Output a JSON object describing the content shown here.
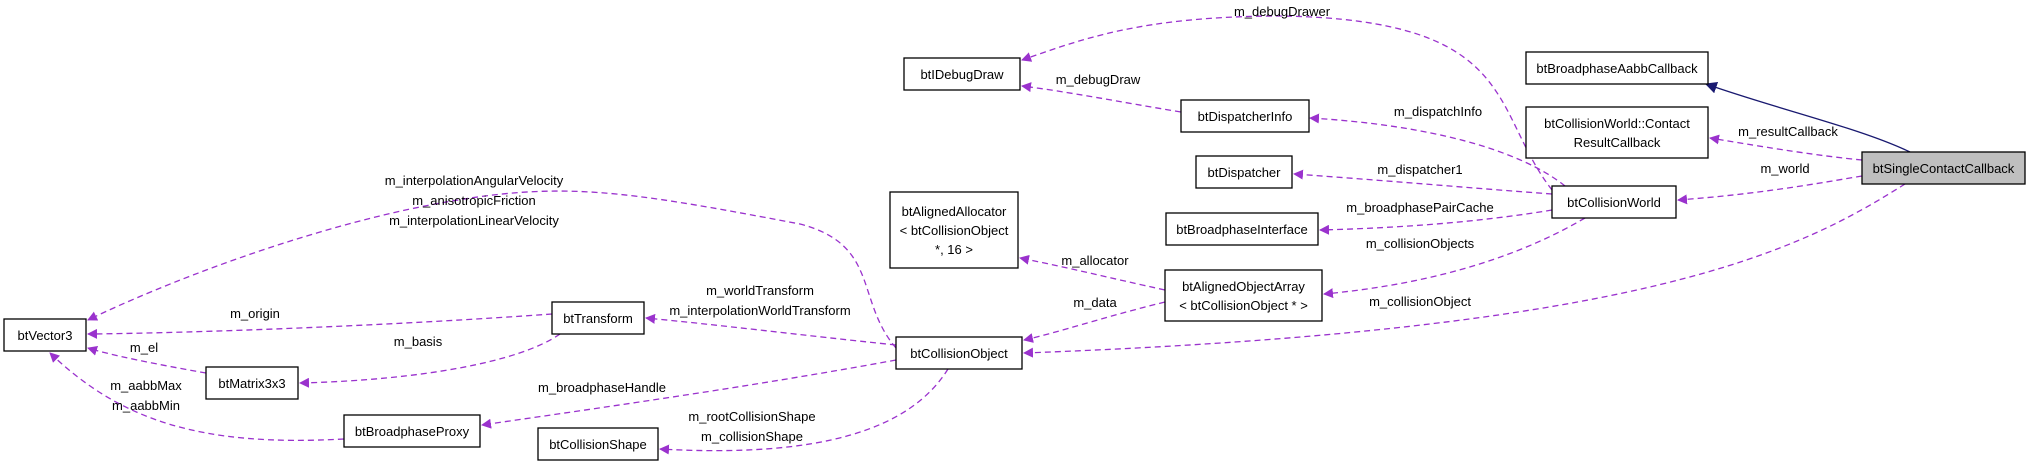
{
  "colors": {
    "usage_edge": "#9a32cd",
    "inheritance_edge": "#191970",
    "node_border": "#000000",
    "node_fill": "#ffffff",
    "focus_node_fill": "#bfbfbf"
  },
  "nodes": {
    "btSingleContactCallback": [
      "btSingleContactCallback"
    ],
    "btBroadphaseAabbCallback": [
      "btBroadphaseAabbCallback"
    ],
    "btCollisionWorldContactResultCallback": [
      "btCollisionWorld::Contact",
      "ResultCallback"
    ],
    "btCollisionWorld": [
      "btCollisionWorld"
    ],
    "btIDebugDraw": [
      "btIDebugDraw"
    ],
    "btDispatcherInfo": [
      "btDispatcherInfo"
    ],
    "btDispatcher": [
      "btDispatcher"
    ],
    "btBroadphaseInterface": [
      "btBroadphaseInterface"
    ],
    "btAlignedAllocator": [
      "btAlignedAllocator",
      "< btCollisionObject",
      "*, 16 >"
    ],
    "btAlignedObjectArray": [
      "btAlignedObjectArray",
      "< btCollisionObject * >"
    ],
    "btCollisionObject": [
      "btCollisionObject"
    ],
    "btTransform": [
      "btTransform"
    ],
    "btVector3": [
      "btVector3"
    ],
    "btMatrix3x3": [
      "btMatrix3x3"
    ],
    "btBroadphaseProxy": [
      "btBroadphaseProxy"
    ],
    "btCollisionShape": [
      "btCollisionShape"
    ]
  },
  "edges": {
    "inherit_aabbcallback": [],
    "resultCallback": [
      "m_resultCallback"
    ],
    "world": [
      "m_world"
    ],
    "collisionObject": [
      "m_collisionObject"
    ],
    "debugDrawer": [
      "m_debugDrawer"
    ],
    "debugDraw": [
      "m_debugDraw"
    ],
    "dispatchInfo": [
      "m_dispatchInfo"
    ],
    "dispatcher1": [
      "m_dispatcher1"
    ],
    "broadphasePairCache": [
      "m_broadphasePairCache"
    ],
    "collisionObjects": [
      "m_collisionObjects"
    ],
    "allocator": [
      "m_allocator"
    ],
    "data": [
      "m_data"
    ],
    "worldTransform": [
      "m_worldTransform",
      "m_interpolationWorldTransform"
    ],
    "vectors": [
      "m_interpolationAngularVelocity",
      "m_anisotropicFriction",
      "m_interpolationLinearVelocity"
    ],
    "origin": [
      "m_origin"
    ],
    "basis": [
      "m_basis"
    ],
    "el": [
      "m_el"
    ],
    "aabb": [
      "m_aabbMax",
      "m_aabbMin"
    ],
    "broadphaseHandle": [
      "m_broadphaseHandle"
    ],
    "shape": [
      "m_rootCollisionShape",
      "m_collisionShape"
    ]
  }
}
